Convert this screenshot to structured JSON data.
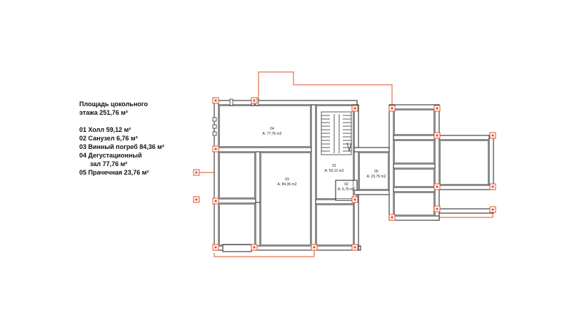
{
  "legend": {
    "title_line1": "Площадь цокольного",
    "title_line2": "этажа 251,76 м²",
    "items": [
      "01 Холл 59,12 м²",
      "02 Санузел 6,76 м²",
      "03 Винный погреб 84,36 м²",
      "04 Дегустационный",
      "зал 77,76 м²",
      "05 Прачечная 23,76 м²"
    ]
  },
  "rooms": [
    {
      "num": "04",
      "area": "A: 77,76 m2"
    },
    {
      "num": "03",
      "area": "A: 84,36 m2"
    },
    {
      "num": "01",
      "area": "A: 59,12 m2"
    },
    {
      "num": "02",
      "area": "A: 6,76 m2"
    },
    {
      "num": "05",
      "area": "A: 23,76 m2"
    }
  ],
  "colors": {
    "wall": "#333333",
    "accent": "#e0502a",
    "background": "#ffffff"
  }
}
